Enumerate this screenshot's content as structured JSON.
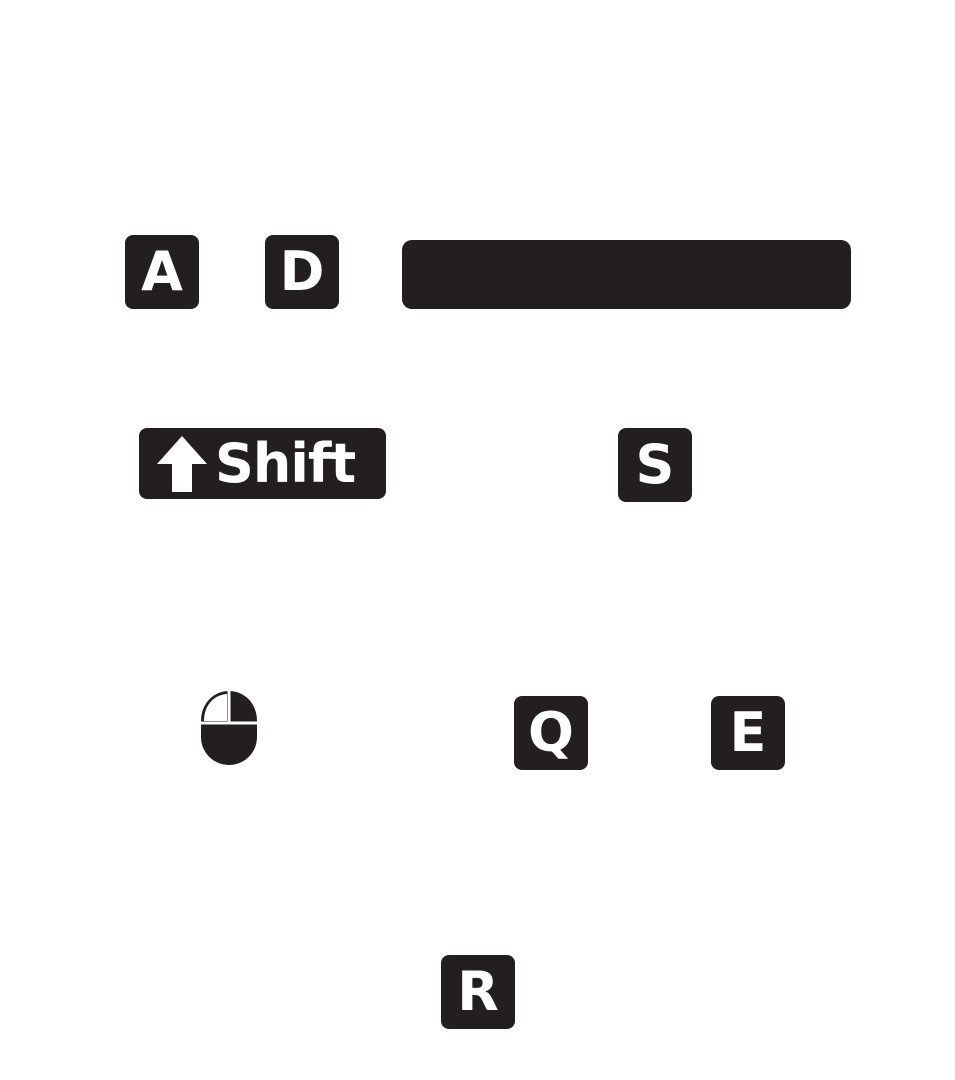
{
  "keys": {
    "a": {
      "label": "A"
    },
    "d": {
      "label": "D"
    },
    "space": {
      "label": ""
    },
    "shift": {
      "label": "Shift",
      "icon": "shift-arrow-icon"
    },
    "s": {
      "label": "S"
    },
    "q": {
      "label": "Q"
    },
    "e": {
      "label": "E"
    },
    "r": {
      "label": "R"
    }
  },
  "mouse": {
    "icon": "mouse-left-click-icon"
  },
  "colors": {
    "key_background": "#231f20",
    "key_text": "#ffffff",
    "page_background": "#ffffff"
  }
}
